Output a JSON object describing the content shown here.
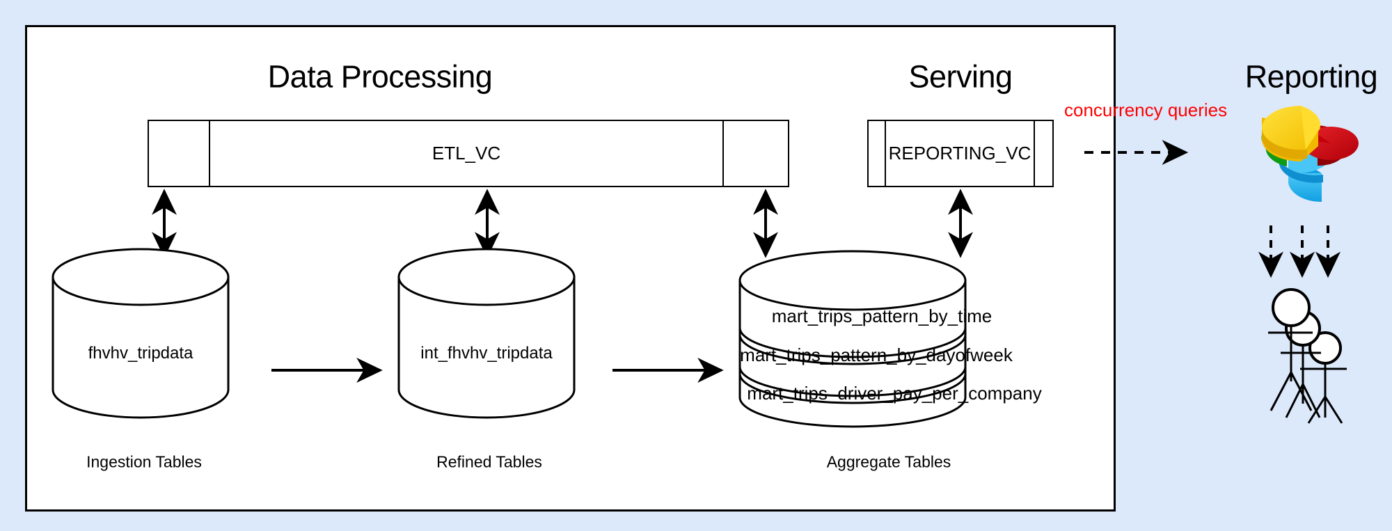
{
  "page": {
    "background_color": "#dce9fb",
    "panel_background": "#ffffff",
    "line_color": "#000000"
  },
  "sections": {
    "data_processing": "Data Processing",
    "serving": "Serving",
    "reporting": "Reporting"
  },
  "warehouses": [
    {
      "name": "ETL_VC",
      "label": "ETL_VC",
      "segments": 3
    },
    {
      "name": "REPORTING_VC",
      "label": "REPORTING_VC",
      "segments": 3
    }
  ],
  "annotations": {
    "concurrency_queries": {
      "text": "concurrency queries",
      "color": "#ff0000"
    }
  },
  "layers": [
    {
      "id": "ingestion",
      "caption": "Ingestion Tables",
      "tables": [
        "fhvhv_tripdata"
      ],
      "shape": "cylinder"
    },
    {
      "id": "refined",
      "caption": "Refined Tables",
      "tables": [
        "int_fhvhv_tripdata"
      ],
      "shape": "cylinder"
    },
    {
      "id": "aggregate",
      "caption": "Aggregate Tables",
      "tables": [
        "mart_trips_pattern_by_time",
        "mart_trips_pattern_by_dayofweek",
        "mart_trips_driver_pay_per_company"
      ],
      "shape": "cylinder-stack"
    }
  ],
  "flows": {
    "ingestion_to_refined": "arrow-right",
    "refined_to_aggregate": "arrow-right",
    "etl_to_ingestion": "arrow-bidirectional",
    "etl_to_refined": "arrow-bidirectional",
    "etl_to_aggregate": "arrow-bidirectional",
    "reporting_to_aggregate": "arrow-bidirectional",
    "reporting_to_bi": "arrow-dashed-right",
    "bi_to_users": "arrow-dashed-down-x3"
  },
  "icons": {
    "pie_chart": {
      "name": "pie-chart-icon",
      "colors": {
        "yellow": "#f5c400",
        "yellow_light": "#ffdd1c",
        "red": "#c4000b",
        "red_light": "#e8131e",
        "blue": "#17a7e8",
        "blue_light": "#49c6f5",
        "green": "#12a81a",
        "green_light": "#2fd32a"
      }
    },
    "users": {
      "name": "stick-figures-icon",
      "count": 3
    }
  }
}
